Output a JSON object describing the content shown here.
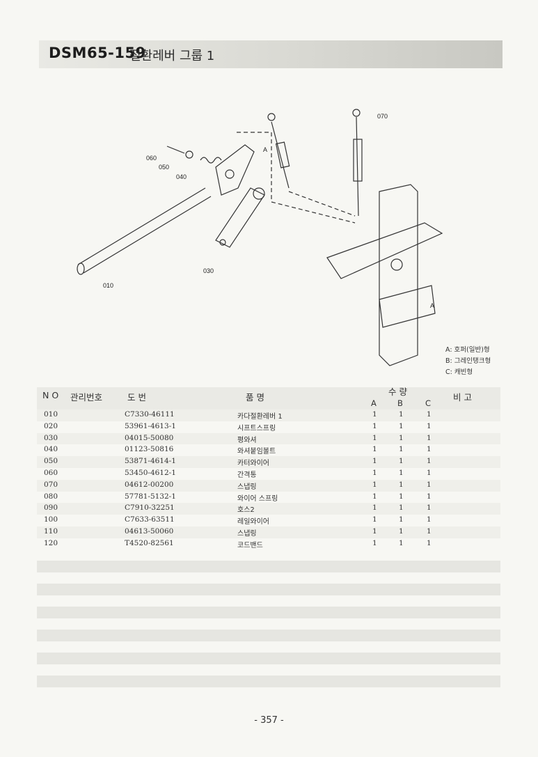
{
  "header": {
    "code": "DSM65-159",
    "title": "절환레버 그룹 1"
  },
  "diagram": {
    "callouts": [
      "060",
      "050",
      "040",
      "070",
      "030",
      "010"
    ],
    "view_marker": "A"
  },
  "legend": [
    "A: 호퍼(일반)형",
    "B: 그레인탱크형",
    "C: 캐빈형"
  ],
  "table": {
    "headers": {
      "no": "N O",
      "mgmt": "관리번호",
      "drawing": "도      번",
      "name": "품            명",
      "qty": "수   량",
      "qty_a": "A",
      "qty_b": "B",
      "qty_c": "C",
      "remark": "비    고"
    },
    "rows": [
      {
        "no": "010",
        "drawing": "C7330-46111",
        "name": "카다절환레버 1",
        "a": "1",
        "b": "1",
        "c": "1"
      },
      {
        "no": "020",
        "drawing": "53961-4613-1",
        "name": "시프트스프링",
        "a": "1",
        "b": "1",
        "c": "1"
      },
      {
        "no": "030",
        "drawing": "04015-50080",
        "name": "평와셔",
        "a": "1",
        "b": "1",
        "c": "1"
      },
      {
        "no": "040",
        "drawing": "01123-50816",
        "name": "와셔붙임볼트",
        "a": "1",
        "b": "1",
        "c": "1"
      },
      {
        "no": "050",
        "drawing": "53871-4614-1",
        "name": "카터와이어",
        "a": "1",
        "b": "1",
        "c": "1"
      },
      {
        "no": "060",
        "drawing": "53450-4612-1",
        "name": "간격통",
        "a": "1",
        "b": "1",
        "c": "1"
      },
      {
        "no": "070",
        "drawing": "04612-00200",
        "name": "스냅링",
        "a": "1",
        "b": "1",
        "c": "1"
      },
      {
        "no": "080",
        "drawing": "57781-5132-1",
        "name": "와이어  스프링",
        "a": "1",
        "b": "1",
        "c": "1"
      },
      {
        "no": "090",
        "drawing": "C7910-32251",
        "name": "호스2",
        "a": "1",
        "b": "1",
        "c": "1"
      },
      {
        "no": "100",
        "drawing": "C7633-63511",
        "name": "레일와이어",
        "a": "1",
        "b": "1",
        "c": "1"
      },
      {
        "no": "110",
        "drawing": "04613-50060",
        "name": "스냅링",
        "a": "1",
        "b": "1",
        "c": "1"
      },
      {
        "no": "120",
        "drawing": "T4520-82561",
        "name": "코드밴드",
        "a": "1",
        "b": "1",
        "c": "1"
      }
    ]
  },
  "page_number": "- 357 -"
}
